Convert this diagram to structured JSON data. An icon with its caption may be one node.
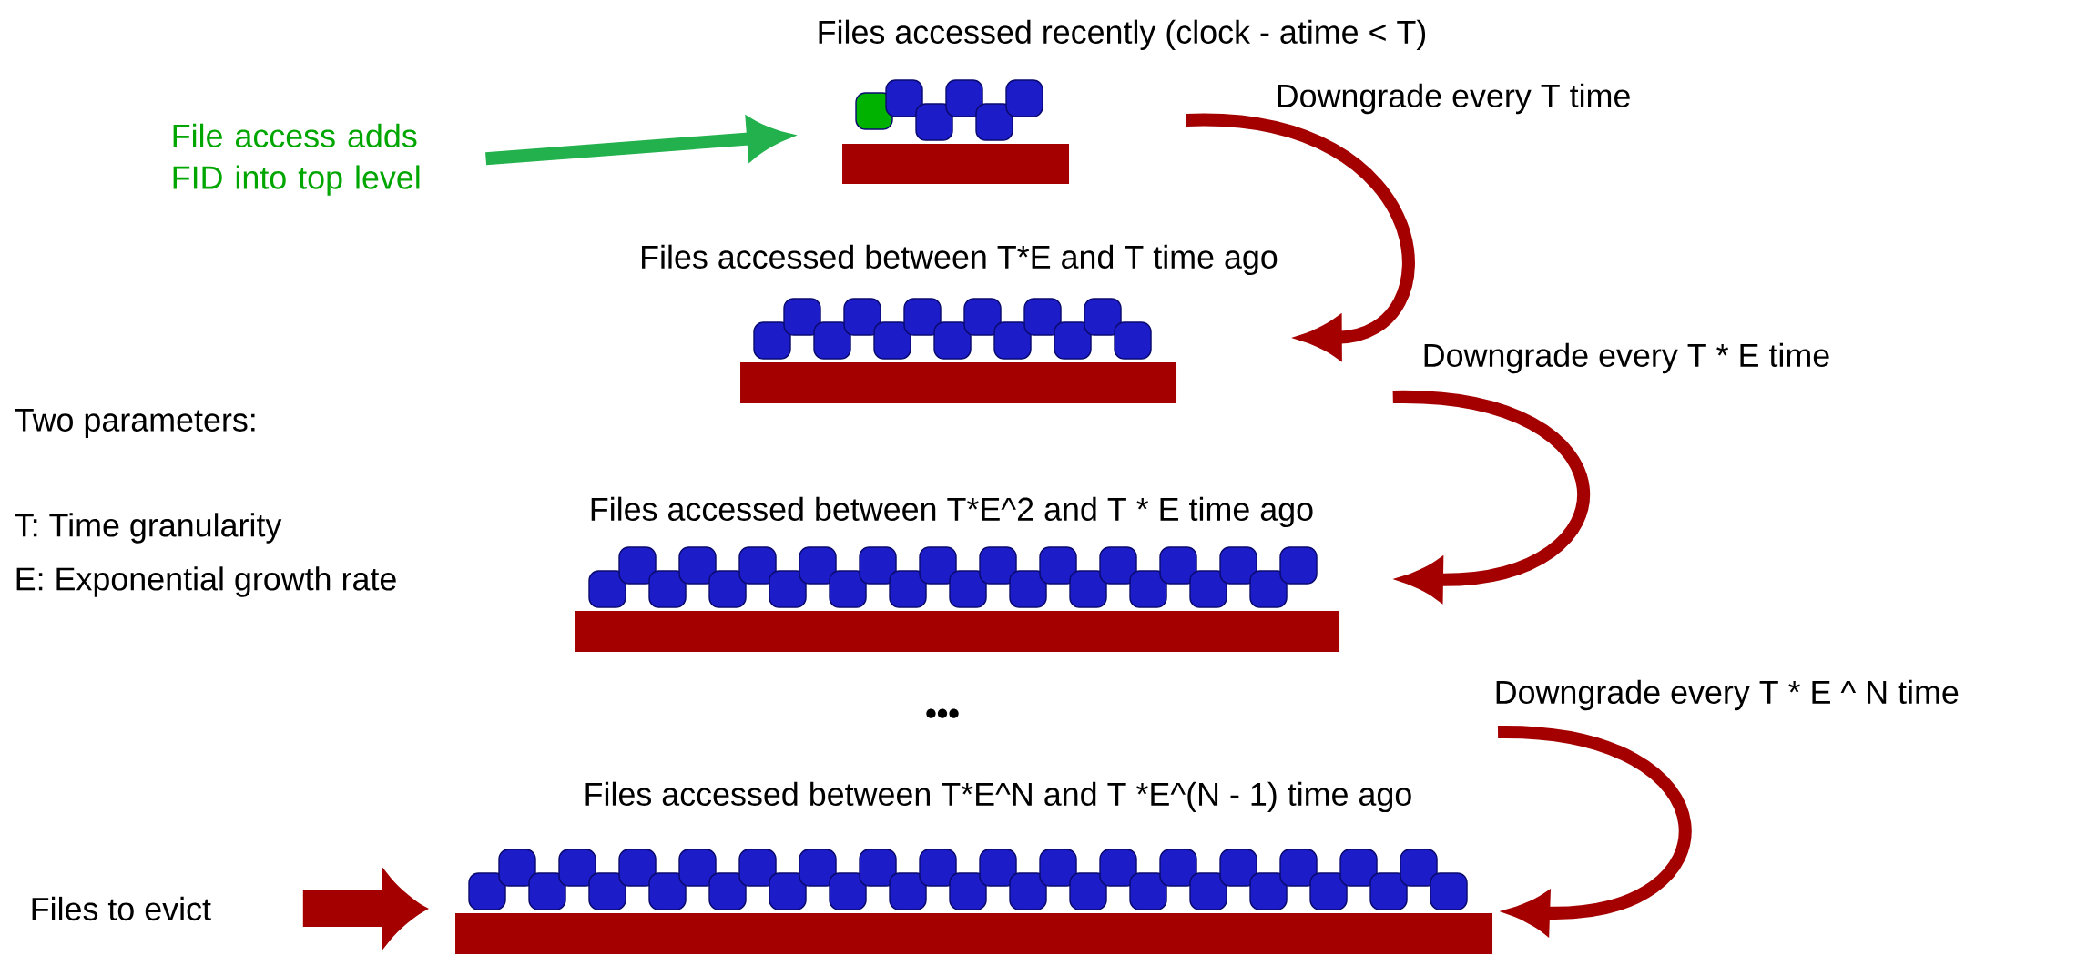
{
  "diagram": {
    "nodes": [
      {
        "text": [
          "Files accessed recently (clock - atime < T)"
        ]
      },
      {
        "text": [
          "Files accessed between T*E and T time ago"
        ]
      },
      {
        "text": [
          "Files accessed between T*E^2 and T * E time ago"
        ]
      },
      {
        "text": [
          "Files accessed between T*E^N and T *E^(N - 1) time ago"
        ]
      },
      {
        "text": [
          "File access adds FID into top level"
        ]
      },
      {
        "text": [
          "Files to evict"
        ]
      }
    ],
    "edges": [
      {
        "from": 0,
        "to": 1,
        "arrow": "to",
        "label": "Downgrade every T time"
      },
      {
        "from": 1,
        "to": 2,
        "arrow": "to",
        "label": "Downgrade every T * E time"
      },
      {
        "from": null,
        "to": 3,
        "arrow": "to",
        "label": "Downgrade every T * E ^ N time"
      },
      {
        "from": 4,
        "to": 0,
        "arrow": "to",
        "color": "#22b14c"
      },
      {
        "from": 5,
        "to": 3,
        "arrow": "to",
        "style": "thick"
      }
    ],
    "labels": [
      "Two parameters:",
      "T: Time granularity",
      "E: Exponential growth rate",
      "•••"
    ]
  }
}
